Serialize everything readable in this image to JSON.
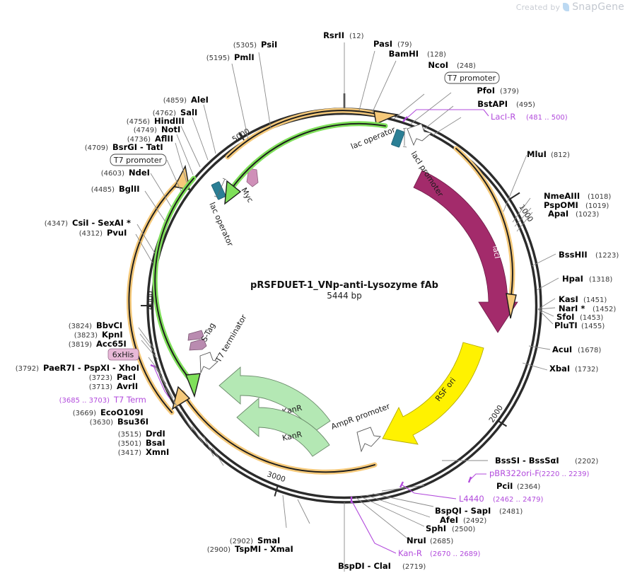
{
  "watermark": {
    "prefix": "Created by",
    "brand": "SnapGene"
  },
  "plasmid": {
    "name": "pRSFDUET-1_VNp-anti-Lysozyme fAb",
    "size": "5444 bp",
    "length_bp": 5444
  },
  "ticks": [
    {
      "label": "1000",
      "bp": 1000
    },
    {
      "label": "2000",
      "bp": 2000
    },
    {
      "label": "3000",
      "bp": 3000
    },
    {
      "label": "4000",
      "bp": 4000
    },
    {
      "label": "5000",
      "bp": 5000
    }
  ],
  "features": [
    {
      "name": "lacI",
      "color": "#a32b6b",
      "type": "gene-arrow"
    },
    {
      "name": "lacI promoter",
      "color": "#ffffff",
      "type": "promoter-arrow"
    },
    {
      "name": "lac operator",
      "color": "#2b7f95",
      "type": "operator-box"
    },
    {
      "name": "RSF ori",
      "color": "#fff200",
      "type": "ori-arrow"
    },
    {
      "name": "AmpR promoter",
      "color": "#ffffff",
      "type": "promoter-arrow"
    },
    {
      "name": "KanR",
      "color": "#b4e8b4",
      "type": "gene-arrow"
    },
    {
      "name": "T7 terminator",
      "color": "#ffffff",
      "type": "terminator-arrow"
    },
    {
      "name": "S-Tag",
      "color": "#b98bb0",
      "type": "tag-arrow"
    },
    {
      "name": "Myc",
      "color": "#cf8fb8",
      "type": "tag-arrow"
    },
    {
      "name": "6xHis",
      "color": "#e8b9d8",
      "type": "tag-box"
    },
    {
      "name": "T7 promoter",
      "color": "#ffffff",
      "type": "promoter-box"
    }
  ],
  "enzyme_labels": {
    "top": [
      {
        "name": "RsrII",
        "pos": "(12)"
      },
      {
        "name": "PasI",
        "pos": "(79)"
      },
      {
        "name": "BamHI",
        "pos": "(128)"
      },
      {
        "name": "NcoI",
        "pos": "(248)"
      },
      {
        "name": "PfoI",
        "pos": "(379)"
      },
      {
        "name": "BstAPI",
        "pos": "(495)"
      }
    ],
    "right": [
      {
        "name": "MluI",
        "pos": "(812)"
      },
      {
        "name": "NmeAIII",
        "pos": "(1018)"
      },
      {
        "name": "PspOMI",
        "pos": "(1019)"
      },
      {
        "name": "ApaI",
        "pos": "(1023)"
      },
      {
        "name": "BssHII",
        "pos": "(1223)"
      },
      {
        "name": "HpaI",
        "pos": "(1318)"
      },
      {
        "name": "KasI",
        "pos": "(1451)"
      },
      {
        "name": "NarI *",
        "pos": "(1452)"
      },
      {
        "name": "SfoI",
        "pos": "(1453)"
      },
      {
        "name": "PluTI",
        "pos": "(1455)"
      },
      {
        "name": "AcuI",
        "pos": "(1678)"
      },
      {
        "name": "XbaI",
        "pos": "(1732)"
      }
    ],
    "bottom_right": [
      {
        "name": "BssSI  - BssSαI",
        "pos": "(2202)"
      },
      {
        "name": "PciI",
        "pos": "(2364)"
      },
      {
        "name": "BspQI  - SapI",
        "pos": "(2481)"
      },
      {
        "name": "AfeI",
        "pos": "(2492)"
      },
      {
        "name": "SphI",
        "pos": "(2500)"
      },
      {
        "name": "NruI",
        "pos": "(2685)"
      },
      {
        "name": "BspDI  - ClaI",
        "pos": "(2719)"
      }
    ],
    "bottom": [
      {
        "name": "SmaI",
        "pos": "(2902)"
      },
      {
        "name": "TspMI  - XmaI",
        "pos": "(2900)"
      }
    ],
    "left_lower": [
      {
        "name": "XmnI",
        "pos": "(3417)"
      },
      {
        "name": "BsaI",
        "pos": "(3501)"
      },
      {
        "name": "DrdI",
        "pos": "(3515)"
      },
      {
        "name": "Bsu36I",
        "pos": "(3630)"
      },
      {
        "name": "EcoO109I",
        "pos": "(3669)"
      },
      {
        "name": "AvrII",
        "pos": "(3713)"
      },
      {
        "name": "PacI",
        "pos": "(3723)"
      },
      {
        "name": "PaeR7I  - PspXI  - XhoI",
        "pos": "(3792)"
      },
      {
        "name": "Acc65I",
        "pos": "(3819)"
      },
      {
        "name": "KpnI",
        "pos": "(3823)"
      },
      {
        "name": "BbvCI",
        "pos": "(3824)"
      }
    ],
    "left_upper": [
      {
        "name": "PvuI",
        "pos": "(4312)"
      },
      {
        "name": "CsiI  - SexAI *",
        "pos": "(4347)"
      },
      {
        "name": "BglII",
        "pos": "(4485)"
      },
      {
        "name": "NdeI",
        "pos": "(4603)"
      },
      {
        "name": "BsrGI  - TatI",
        "pos": "(4709)"
      },
      {
        "name": "AflII",
        "pos": "(4736)"
      },
      {
        "name": "NotI",
        "pos": "(4749)"
      },
      {
        "name": "HindIII",
        "pos": "(4756)"
      },
      {
        "name": "SalI",
        "pos": "(4762)"
      },
      {
        "name": "AleI",
        "pos": "(4859)"
      },
      {
        "name": "PmlI",
        "pos": "(5195)"
      },
      {
        "name": "PsiI",
        "pos": "(5305)"
      }
    ]
  },
  "primer_labels": [
    {
      "name": "LacI-R",
      "range": "(481 .. 500)"
    },
    {
      "name": "pBR322ori-F",
      "range": "(2220 .. 2239)"
    },
    {
      "name": "L4440",
      "range": "(2462 .. 2479)"
    },
    {
      "name": "Kan-R",
      "range": "(2670 .. 2689)"
    },
    {
      "name": "T7 Term",
      "range": "(3685 .. 3703)"
    }
  ],
  "box_labels": {
    "t7_promoter_top": "T7 promoter",
    "t7_promoter_left": "T7 promoter",
    "his_tag": "6xHis"
  },
  "inline_feature_labels": {
    "lac_operator_right": "lac operator",
    "lac_operator_left": "lac operator",
    "laci_promoter": "lacI promoter",
    "laci": "lacI",
    "myc": "Myc",
    "stag": "S-Tag",
    "t7_terminator": "T7 terminator",
    "kanr_outer": "KanR",
    "kanr_inner": "KanR",
    "ampr_promoter": "AmpR promoter",
    "rsf_ori": "RSF ori"
  },
  "colors": {
    "backbone": "#2b2b2b",
    "orange_arrow": "#f0ad3e",
    "green_arrow": "#3fa72f",
    "green_halo": "#7fe05a",
    "laci_fill": "#a32b6b",
    "rsf_fill": "#fff200",
    "kanr_fill": "#b4e8b4",
    "tag_fill": "#b98bb0",
    "myc_fill": "#cf8fb8",
    "operator_fill": "#2b7f95",
    "his_fill": "#e8b9d8",
    "primer_purple": "#b24bdc"
  }
}
